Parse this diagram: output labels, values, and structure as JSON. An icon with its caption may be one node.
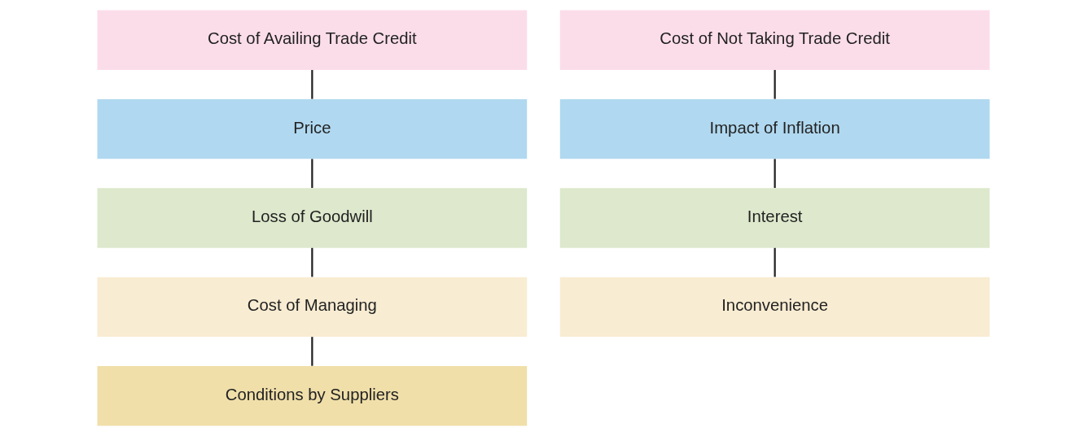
{
  "diagram": {
    "nodes": [
      {
        "text": [
          "Cost of Availing Trade Credit"
        ]
      },
      {
        "text": [
          "Price"
        ]
      },
      {
        "text": [
          "Loss of Goodwill"
        ]
      },
      {
        "text": [
          "Cost of Managing"
        ]
      },
      {
        "text": [
          "Conditions by Suppliers"
        ]
      },
      {
        "text": [
          "Cost of Not Taking Trade Credit"
        ]
      },
      {
        "text": [
          "Impact of Inflation"
        ]
      },
      {
        "text": [
          "Interest"
        ]
      },
      {
        "text": [
          "Inconvenience"
        ]
      }
    ],
    "edges": [
      {
        "from": 0,
        "to": 1,
        "arrow": "none"
      },
      {
        "from": 1,
        "to": 2,
        "arrow": "none"
      },
      {
        "from": 2,
        "to": 3,
        "arrow": "none"
      },
      {
        "from": 3,
        "to": 4,
        "arrow": "none"
      },
      {
        "from": 5,
        "to": 6,
        "arrow": "none"
      },
      {
        "from": 6,
        "to": 7,
        "arrow": "none"
      },
      {
        "from": 7,
        "to": 8,
        "arrow": "none"
      }
    ]
  }
}
